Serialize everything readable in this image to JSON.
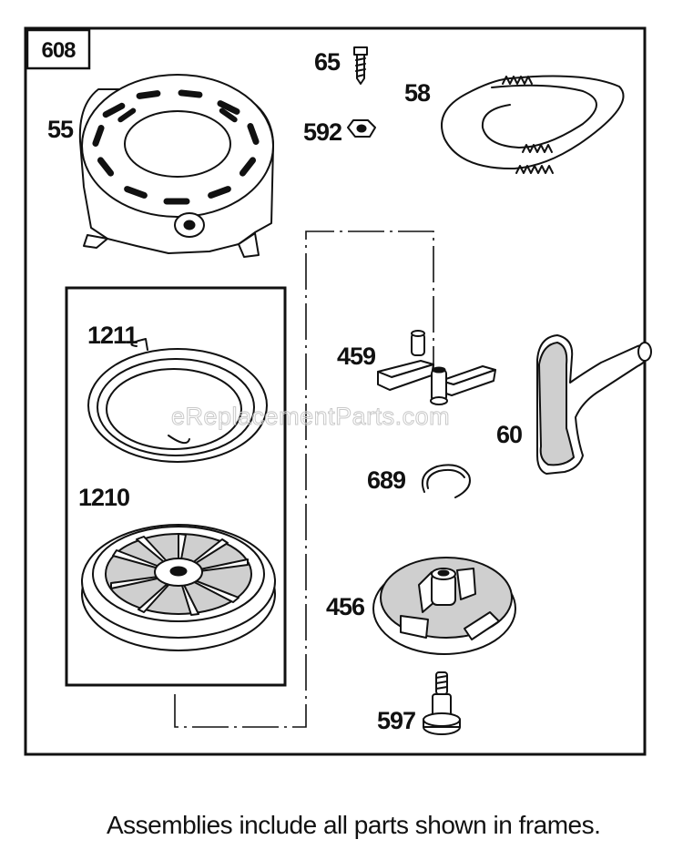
{
  "assembly_number": "608",
  "callouts": {
    "p55": "55",
    "p65": "65",
    "p58": "58",
    "p592": "592",
    "p1211": "1211",
    "p1210": "1210",
    "p459": "459",
    "p60": "60",
    "p689": "689",
    "p456": "456",
    "p597": "597"
  },
  "watermark": "eReplacementParts.com",
  "caption": "Assemblies include all parts shown in frames."
}
